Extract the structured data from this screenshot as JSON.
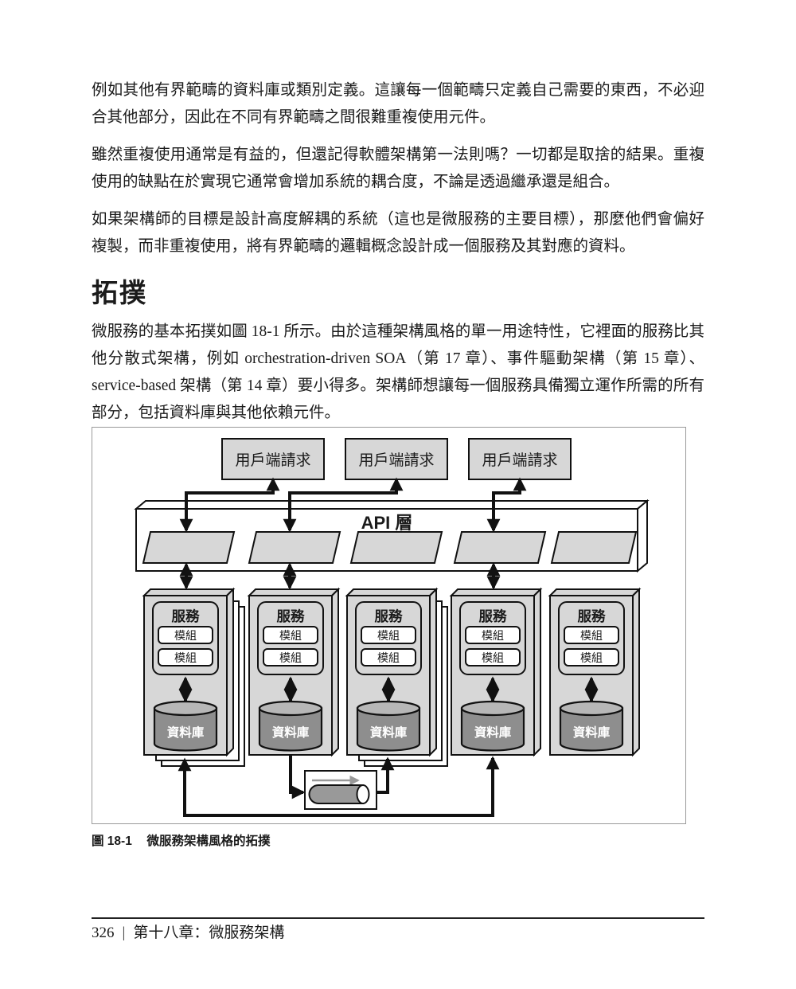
{
  "theme": {
    "page-bg": "#ffffff",
    "text-color": "#1b1b1b",
    "figure-border": "#9a9a9a",
    "shape-fill": "#d7d7d7",
    "shape-stroke": "#111111",
    "module-fill": "#ffffff",
    "cylinder-body": "#8e8e8e",
    "cylinder-top": "#b7b7b7",
    "queue-gray": "#999999"
  },
  "content": {
    "paragraphs": [
      "例如其他有界範疇的資料庫或類別定義。這讓每一個範疇只定義自己需要的東西，不必迎合其他部分，因此在不同有界範疇之間很難重複使用元件。",
      "雖然重複使用通常是有益的，但還記得軟體架構第一法則嗎？一切都是取捨的結果。重複使用的缺點在於實現它通常會增加系統的耦合度，不論是透過繼承還是組合。",
      "如果架構師的目標是設計高度解耦的系統（這也是微服務的主要目標），那麼他們會偏好複製，而非重複使用，將有界範疇的邏輯概念設計成一個服務及其對應的資料。"
    ],
    "section": {
      "heading": "拓撲",
      "paragraph": "微服務的基本拓撲如圖 18-1 所示。由於這種架構風格的單一用途特性，它裡面的服務比其他分散式架構，例如 orchestration-driven SOA（第 17 章）、事件驅動架構（第 15 章）、service-based 架構（第 14 章）要小得多。架構師想讓每一個服務具備獨立運作所需的所有部分，包括資料庫與其他依賴元件。"
    }
  },
  "figure": {
    "caption": {
      "label": "圖 18-1",
      "title": "微服務架構風格的拓撲"
    },
    "labels": {
      "client_request": "用戶端請求",
      "api_layer": "API 層",
      "service": "服務",
      "module": "模組",
      "database": "資料庫"
    }
  },
  "footer": {
    "page_number": "326",
    "separator": "|",
    "chapter_title": "第十八章：微服務架構"
  }
}
